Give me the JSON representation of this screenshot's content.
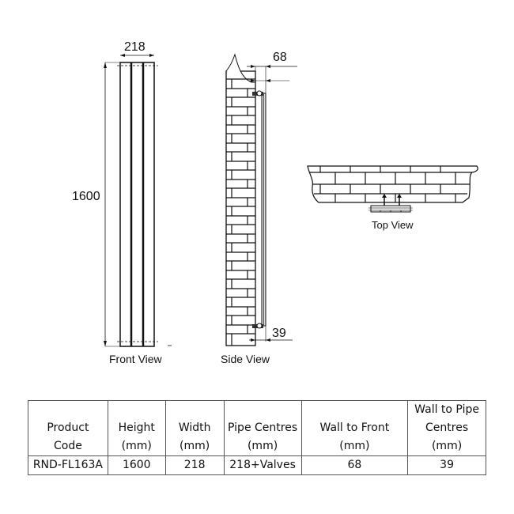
{
  "diagram": {
    "front_view": {
      "label": "Front View",
      "width_dim": "218",
      "height_dim": "1600"
    },
    "side_view": {
      "label": "Side View",
      "wall_to_front_dim": "68",
      "wall_to_pipe_dim": "39"
    },
    "top_view": {
      "label": "Top View"
    }
  },
  "spec_table": {
    "headers": [
      {
        "line1": "",
        "line2": "Product",
        "line3": "Code"
      },
      {
        "line1": "",
        "line2": "Height",
        "line3": "(mm)"
      },
      {
        "line1": "",
        "line2": "Width",
        "line3": "(mm)"
      },
      {
        "line1": "",
        "line2": "Pipe Centres",
        "line3": "(mm)"
      },
      {
        "line1": "",
        "line2": "Wall to Front",
        "line3": "(mm)"
      },
      {
        "line1": "Wall to Pipe",
        "line2": "Centres",
        "line3": "(mm)"
      }
    ],
    "rows": [
      [
        "RND-FL163A",
        "1600",
        "218",
        "218+Valves",
        "68",
        "39"
      ]
    ]
  }
}
